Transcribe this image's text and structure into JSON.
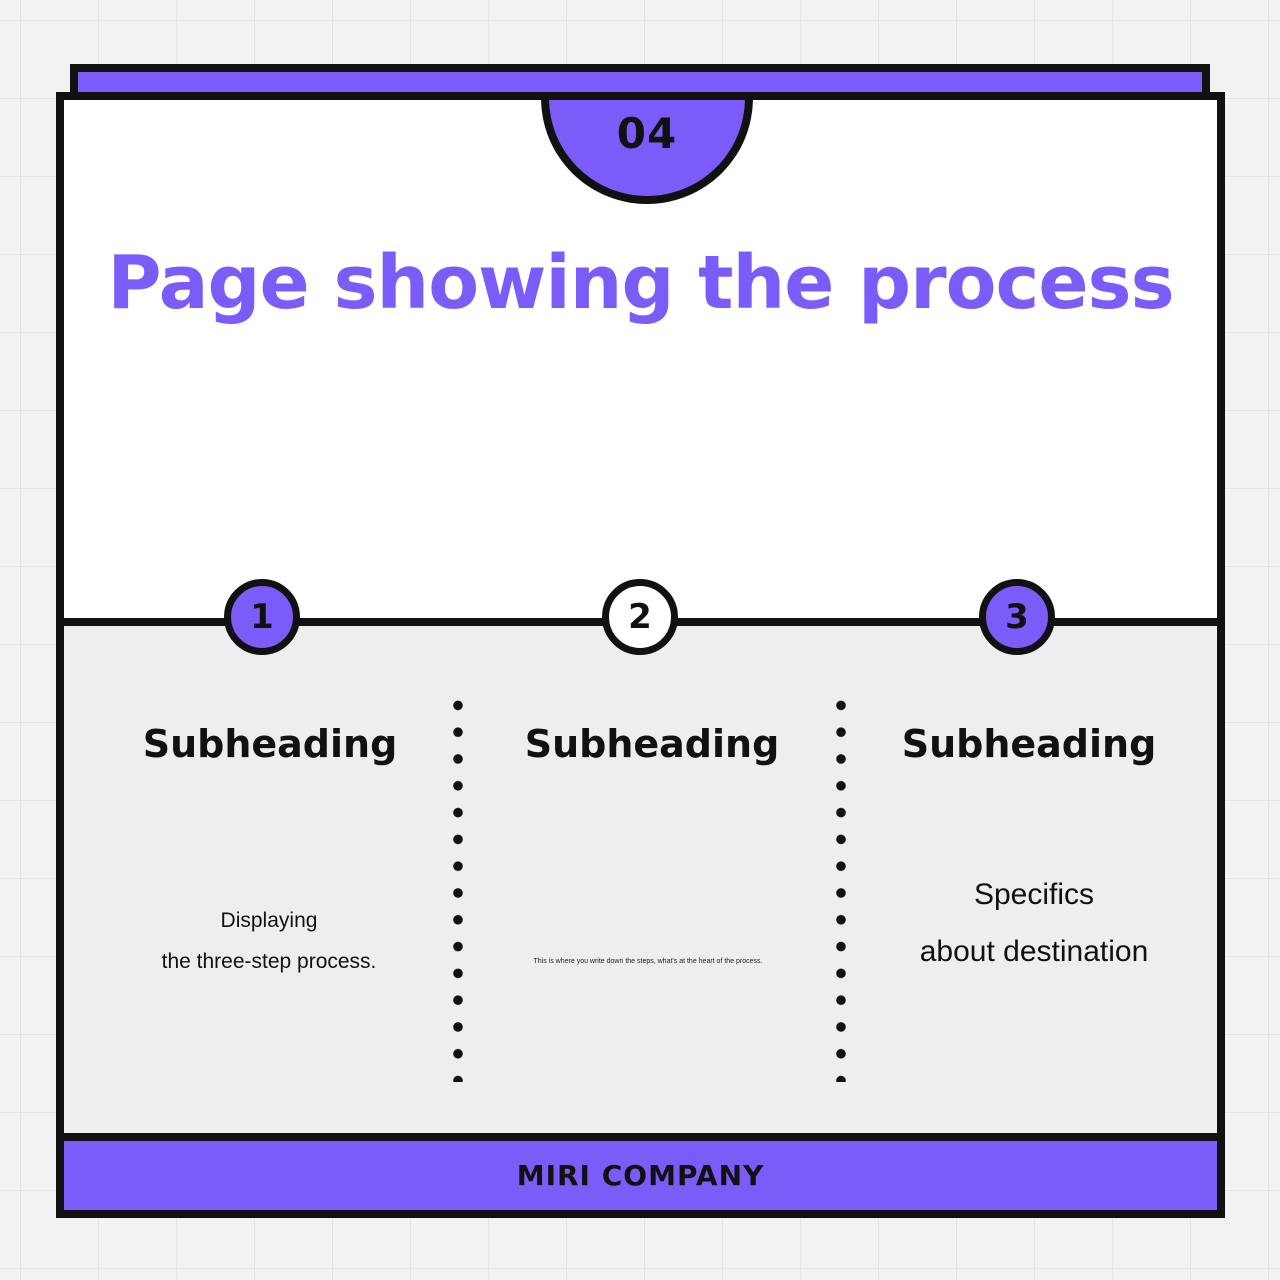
{
  "header": {
    "step_number": "04",
    "title": "Page showing the process"
  },
  "steps": [
    {
      "number": "1",
      "subheading": "Subheading",
      "description_lines": [
        "Displaying",
        "the three-step process."
      ]
    },
    {
      "number": "2",
      "subheading": "Subheading",
      "description": "This is where you write down the steps, what's at the heart of the process."
    },
    {
      "number": "3",
      "subheading": "Subheading",
      "description_lines": [
        "Specifics",
        "about destination"
      ]
    }
  ],
  "footer": {
    "company": "MIRI COMPANY"
  },
  "colors": {
    "accent": "#7c5cf9",
    "outline": "#111111",
    "panel": "#eeedf0"
  }
}
